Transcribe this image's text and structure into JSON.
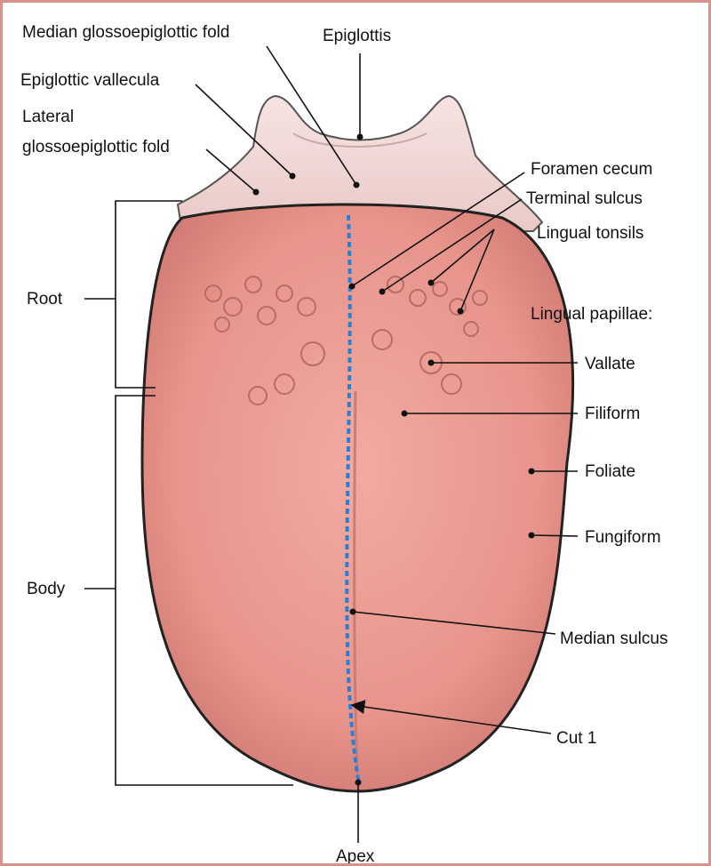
{
  "labels": {
    "median_glossoepiglottic_fold": "Median glossoepiglottic fold",
    "epiglottis": "Epiglottis",
    "epiglottic_vallecula": "Epiglottic vallecula",
    "lateral_fold_line1": "Lateral",
    "lateral_fold_line2": "glossoepiglottic fold",
    "foramen_cecum": "Foramen cecum",
    "terminal_sulcus": "Terminal sulcus",
    "lingual_tonsils": "Lingual tonsils",
    "lingual_papillae": "Lingual papillae:",
    "vallate": "Vallate",
    "filiform": "Filiform",
    "foliate": "Foliate",
    "fungiform": "Fungiform",
    "median_sulcus": "Median sulcus",
    "cut": "Cut 1",
    "apex": "Apex",
    "root": "Root",
    "body": "Body"
  },
  "colors": {
    "border": "#d9918b",
    "tongue": "#e8958c",
    "cut_line": "#2a7fd4"
  }
}
